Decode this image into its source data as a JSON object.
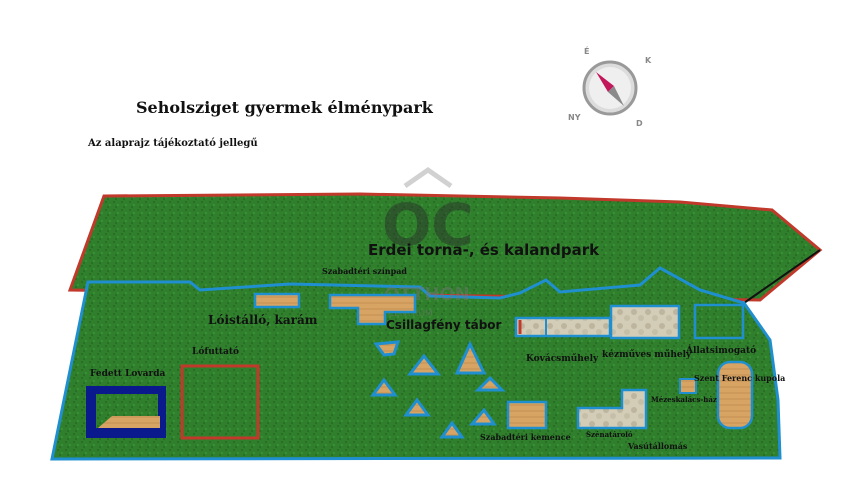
{
  "header": {
    "title": "Seholsziget gyermek élménypark",
    "subtitle": "Az alaprajz tájékoztató jellegű"
  },
  "compass": {
    "n": "É",
    "e": "K",
    "s": "D",
    "w": "NY"
  },
  "watermark": {
    "logo_text": "OC",
    "brand": "OTTHON",
    "sub": "CENTRUM"
  },
  "colors": {
    "grass": "#2e7d2e",
    "border_blue": "#1f8fcf",
    "border_red": "#c0392b",
    "dark_blue": "#0a1a8c",
    "wood": "#d8a86a",
    "stone": "#cfc8b4"
  },
  "labels": {
    "forest_park": "Erdei torna-, és kalandpark",
    "open_stage": "Szabadtéri színpad",
    "stable": "Lóistálló, karám",
    "starlight_camp": "Csillagfény tábor",
    "horse_runner": "Lófuttató",
    "covered_riding": "Fedett Lovarda",
    "blacksmith": "Kovácsműhely",
    "crafts": "kézműves műhely",
    "petting_zoo": "Állatsimogató",
    "chapel": "Szent Ferenc kupola",
    "gingerbread": "Mézeskalács-ház",
    "oven": "Szabadtéri kemence",
    "hay_storage": "Szénatároló",
    "railway": "Vasútállomás"
  }
}
